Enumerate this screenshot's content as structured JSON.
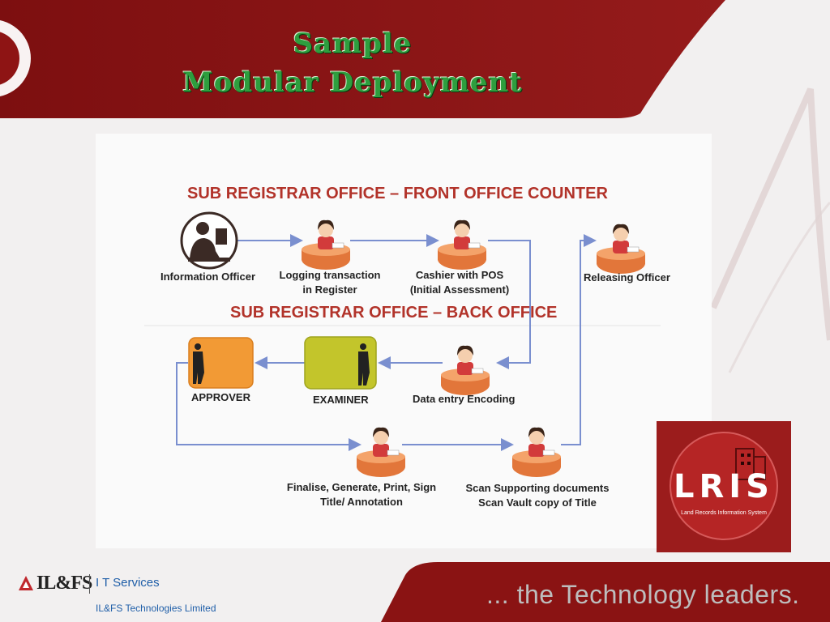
{
  "slide": {
    "title_line1": "Sample",
    "title_line2": "Modular Deployment"
  },
  "front_office": {
    "heading": "SUB REGISTRAR OFFICE – FRONT OFFICE COUNTER",
    "nodes": {
      "information_officer": "Information Officer",
      "logging_line1": "Logging transaction",
      "logging_line2": "in Register",
      "cashier_line1": "Cashier with POS",
      "cashier_line2": "(Initial Assessment)",
      "releasing_officer": "Releasing Officer"
    }
  },
  "back_office": {
    "heading": "SUB REGISTRAR OFFICE – BACK OFFICE",
    "nodes": {
      "approver": "APPROVER",
      "examiner": "EXAMINER",
      "data_entry": "Data entry Encoding",
      "finalise_line1": "Finalise, Generate, Print, Sign",
      "finalise_line2": "Title/ Annotation",
      "scan_line1": "Scan Supporting documents",
      "scan_line2": "Scan Vault copy of Title"
    }
  },
  "lris_logo": {
    "text": "LRIS",
    "subtitle": "Land Records Information System"
  },
  "footer": {
    "company_logo": "IL&FS",
    "division": "I T Services",
    "company_name": "IL&FS Technologies Limited",
    "tagline": "... the Technology leaders."
  },
  "colors": {
    "brand_maroon": "#8e1414",
    "heading_red": "#b2332a",
    "title_green": "#2e9e3e",
    "arrow_blue": "#7a8fcf",
    "approver_orange": "#f29a35",
    "examiner_green": "#c3c52b"
  }
}
